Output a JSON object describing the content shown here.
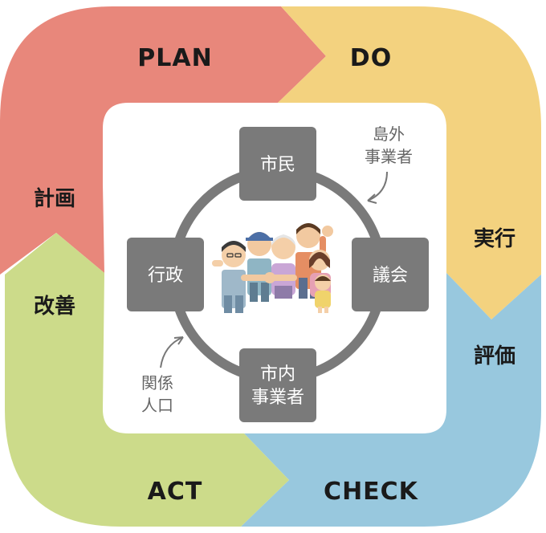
{
  "colors": {
    "plan": "#E8877B",
    "do": "#F3D27F",
    "check": "#98C8DE",
    "act": "#CCDB8A",
    "node": "#7A7A7A",
    "ring": "#7A7A7A",
    "note": "#666666"
  },
  "cycle": {
    "plan": "PLAN",
    "do": "DO",
    "check": "CHECK",
    "act": "ACT",
    "plan_ja": "計画",
    "do_ja": "実行",
    "check_ja": "評価",
    "act_ja": "改善"
  },
  "nodes": {
    "top": "市民",
    "left": "行政",
    "right": "議会",
    "bottom_line1": "市内",
    "bottom_line2": "事業者"
  },
  "notes": {
    "outside_line1": "島外",
    "outside_line2": "事業者",
    "related_line1": "関係",
    "related_line2": "人口"
  },
  "center_image": "group-of-people-illustration"
}
